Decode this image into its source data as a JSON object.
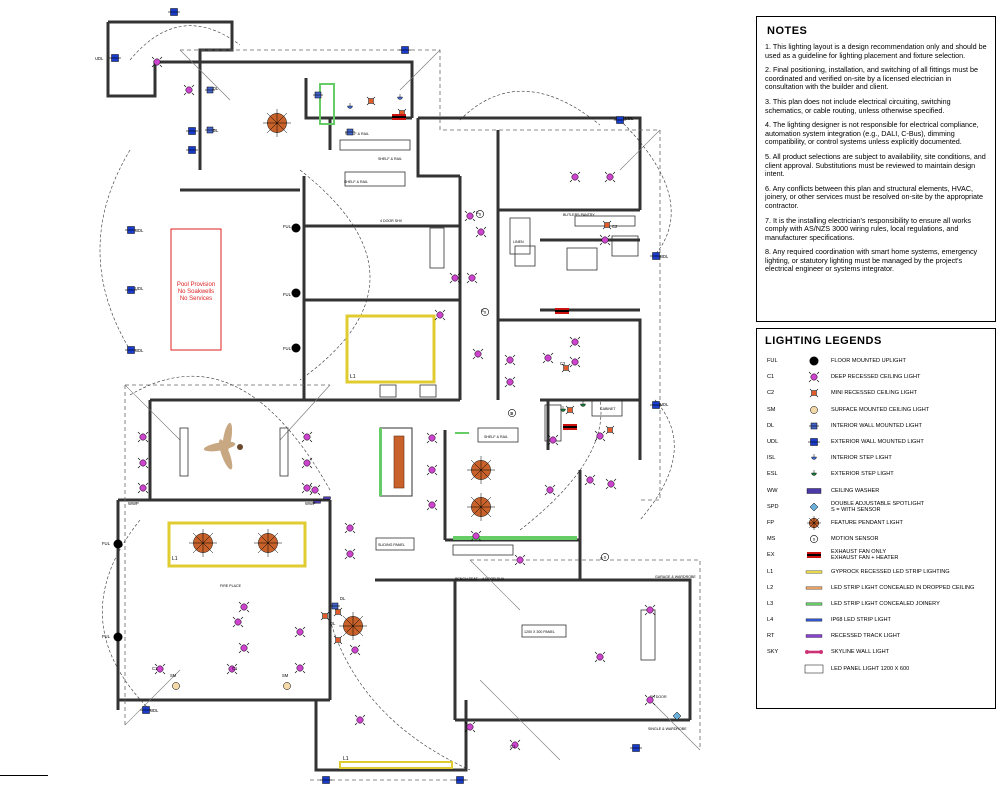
{
  "plan": {
    "pool_label_lines": [
      "Pool Provision",
      "No Soakwells",
      "No Services"
    ],
    "room_texts": {
      "panel": "1200 X 300 PANEL",
      "fire_place": "FIRE PLACE",
      "bench_seat": "BENCH SEAT",
      "shelf_1": "SHELF & RAIL",
      "shelf_2": "SHELF & RAIL",
      "shelf_3": "SHELF & RAIL",
      "ensuite_shelf": "SHELF & RAIL",
      "cabinet": "CABINET",
      "sliding_panel": "SLIDING PANEL",
      "pantry": "BUTLERS PANTRY",
      "hotpoint": "4 DOOR SHV",
      "sink_robe": "4 DOOR SHV",
      "fh_label": "FH DOOR",
      "linen": "LINEN"
    },
    "annotations": {
      "ful_labels": [
        "FUL",
        "FUL",
        "FUL",
        "FUL",
        "FUL"
      ],
      "udl_labels": [
        "UDL",
        "UDL",
        "UDL",
        "UDL",
        "UDL",
        "UDL",
        "UDL",
        "UDL"
      ],
      "s_labels": [
        "S",
        "S",
        "S",
        "S"
      ],
      "l1_labels": [
        "L1",
        "L1",
        "L1"
      ],
      "sm_labels": [
        "SM",
        "SM"
      ],
      "dl_labels": [
        "DL",
        "DL",
        "DL",
        "DL"
      ],
      "wwp_labels": [
        "WWP",
        "WWP"
      ],
      "c1_labels": [
        "C1",
        "C1",
        "C1"
      ],
      "c2_labels": [
        "C2",
        "C2"
      ],
      "corner_notes": [
        "GARAGE & WARDROBE",
        "SINGLE & WARDROBE"
      ]
    }
  },
  "notes": {
    "title": "NOTES",
    "items": [
      "1. This lighting layout is a design recommendation only and should be used as a guideline for lighting placement and fixture selection.",
      "2. Final positioning, installation, and switching of all fittings must be coordinated and verified on-site by a licensed electrician in consultation with the builder and client.",
      "3. This plan does not include electrical circuiting, switching schematics, or cable routing, unless otherwise specified.",
      "4. The lighting designer is not responsible for electrical compliance, automation system integration (e.g., DALI, C-Bus), dimming compatibility, or control systems unless explicitly documented.",
      "5. All product selections are subject to availability, site conditions, and client approval. Substitutions must be reviewed to maintain design intent.",
      "6. Any conflicts between this plan and structural elements, HVAC, joinery, or other services must be resolved on-site by the appropriate contractor.",
      "7. It is the installing electrician's responsibility to ensure all works comply with AS/NZS 3000 wiring rules, local regulations, and manufacturer specifications.",
      "8. Any required coordination with smart home systems, emergency lighting, or statutory lighting must be managed by the project's electrical engineer or systems integrator."
    ]
  },
  "legend": {
    "title": "LIGHTING LEGENDS",
    "items": [
      {
        "code": "FUL",
        "label": "FLOOR MOUNTED UPLIGHT",
        "icon": "black-dot-icon",
        "color": "#000000"
      },
      {
        "code": "C1",
        "label": "DEEP RECESSED CEILING LIGHT",
        "icon": "deep-recessed-icon",
        "color": "#cc44cc"
      },
      {
        "code": "C2",
        "label": "MINI RECESSED CEILING LIGHT",
        "icon": "mini-recessed-icon",
        "color": "#e05a2a"
      },
      {
        "code": "SM",
        "label": "SURFACE MOUNTED  CEILING LIGHT",
        "icon": "surface-mounted-icon",
        "color": "#f3d9a8"
      },
      {
        "code": "DL",
        "label": "INTERIOR WALL MOUNTED LIGHT",
        "icon": "interior-wall-light-icon",
        "color": "#4466cc"
      },
      {
        "code": "UDL",
        "label": "EXTERIOR WALL MOUNTED LIGHT",
        "icon": "exterior-wall-light-icon",
        "color": "#1a3ccc"
      },
      {
        "code": "ISL",
        "label": "INTERIOR STEP LIGHT",
        "icon": "interior-step-icon",
        "color": "#4466cc"
      },
      {
        "code": "ESL",
        "label": "EXTERIOR STEP LIGHT",
        "icon": "exterior-step-icon",
        "color": "#1a7a3a"
      },
      {
        "code": "WW",
        "label": "CEILING WASHER",
        "icon": "ceiling-washer-icon",
        "color": "#4b3aa8"
      },
      {
        "code": "SPD",
        "label": "DOUBLE ADJUSTABLE SPOTLIGHT\nS = WITH SENSOR",
        "icon": "spotlight-icon",
        "color": "#6ab0d8"
      },
      {
        "code": "FP",
        "label": "FEATURE PENDANT LIGHT",
        "icon": "feature-pendant-icon",
        "color": "#c8622a"
      },
      {
        "code": "MS",
        "label": "MOTION SENSOR",
        "icon": "motion-sensor-icon",
        "color": "#000000"
      },
      {
        "code": "EX",
        "label": "EXHAUST FAN ONLY\nEXHAUST FAN  + HEATER",
        "icon": "exhaust-fan-icon",
        "color": "#cc1111"
      },
      {
        "code": "L1",
        "label": "GYPROCK RECESSED LED STRIP LIGHTING",
        "icon": "strip-l1-icon",
        "color": "#e8d84a"
      },
      {
        "code": "L2",
        "label": "LED STRIP LIGHT CONCEALED IN DROPPED CEILING",
        "icon": "strip-l2-icon",
        "color": "#e8a060"
      },
      {
        "code": "L3",
        "label": "LED STRIP LIGHT CONCEALED JOINERY",
        "icon": "strip-l3-icon",
        "color": "#66cc66"
      },
      {
        "code": "L4",
        "label": "IP68 LED STRIP LIGHT",
        "icon": "strip-l4-icon",
        "color": "#3355cc"
      },
      {
        "code": "RT",
        "label": "RECESSED TRACK LIGHT",
        "icon": "track-light-icon",
        "color": "#8844cc"
      },
      {
        "code": "SKY",
        "label": "SKYLINE WALL LIGHT",
        "icon": "skyline-icon",
        "color": "#cc3377"
      },
      {
        "code": "",
        "label": "LED PANEL LIGHT 1200 X 600",
        "icon": "led-panel-icon",
        "color": "#ffffff"
      }
    ]
  }
}
